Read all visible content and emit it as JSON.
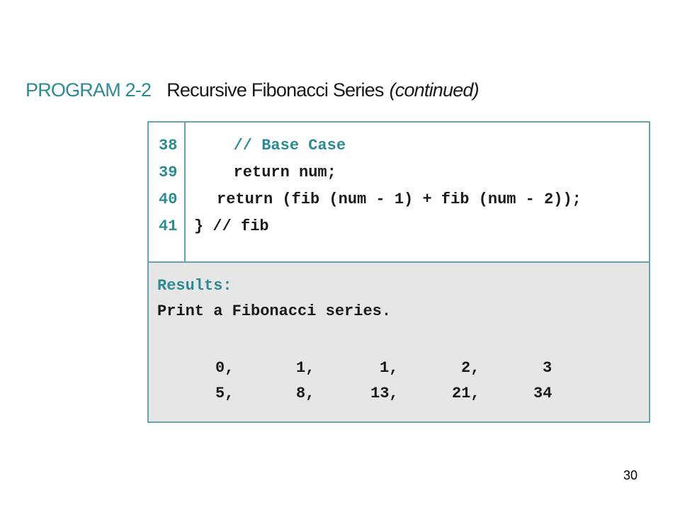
{
  "heading": {
    "label": "PROGRAM 2-2",
    "title": "Recursive Fibonacci Series",
    "subtitle": "(continued)"
  },
  "code": {
    "lines": [
      {
        "number": "38",
        "text": "   // Base Case"
      },
      {
        "number": "39",
        "text": "   return num;"
      },
      {
        "number": "40",
        "text": "return (fib (num - 1) + fib (num - 2));"
      },
      {
        "number": "41",
        "text": "} // fib"
      }
    ]
  },
  "results": {
    "label": "Results:",
    "line1": "Print a Fibonacci series.",
    "rows": [
      [
        "0,",
        "1,",
        "1,",
        "2,",
        "3"
      ],
      [
        "5,",
        "8,",
        "13,",
        "21,",
        "34"
      ]
    ]
  },
  "page_number": "30",
  "colors": {
    "accent": "#2c8a92",
    "border": "#6aa4ab",
    "results_bg": "#e6e6e6"
  }
}
